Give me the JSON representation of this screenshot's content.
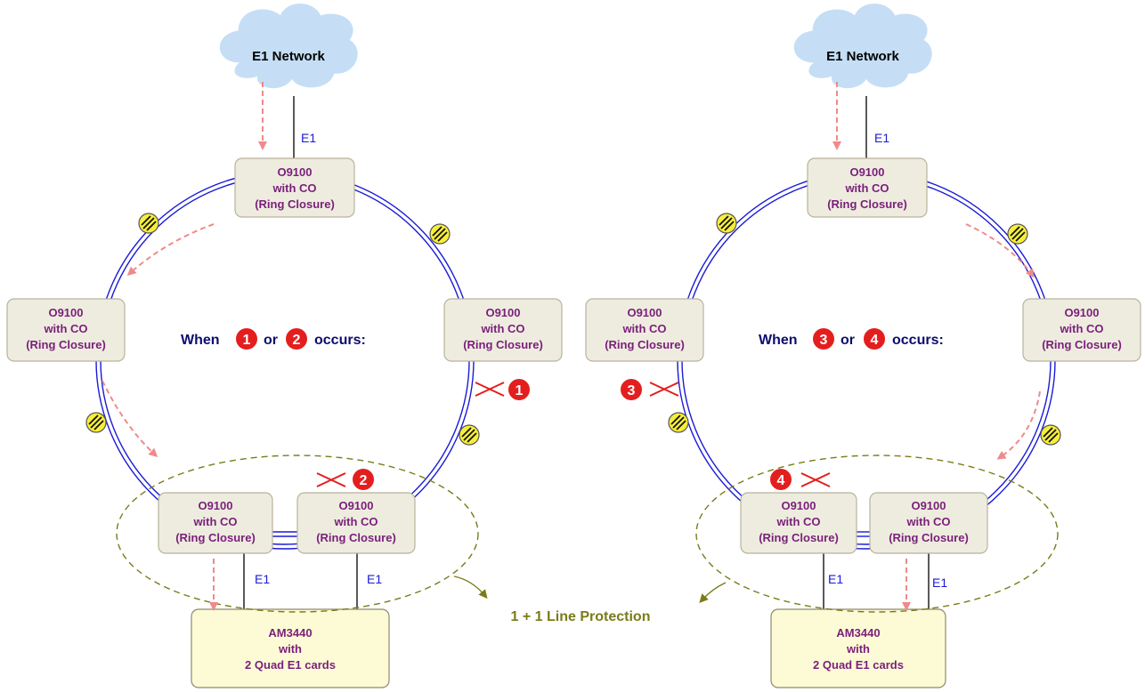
{
  "diagram": {
    "cloud_label": "E1 Network",
    "node_label": [
      "O9100",
      "with CO",
      "(Ring Closure)"
    ],
    "am_label": [
      "AM3440",
      "with",
      "2 Quad E1 cards"
    ],
    "e1_label": "E1",
    "protection_label": "1 + 1 Line Protection",
    "left": {
      "when_text": "When",
      "or_text": "or",
      "occurs_text": "occurs:",
      "badge_a": "1",
      "badge_b": "2"
    },
    "right": {
      "when_text": "When",
      "or_text": "or",
      "occurs_text": "occurs:",
      "badge_a": "3",
      "badge_b": "4"
    },
    "colors": {
      "node_fill": "#eeecdf",
      "node_stroke": "#b8b39a",
      "node_text": "#7a1f7a",
      "am_fill": "#fdfbd6",
      "am_stroke": "#8c8a6a",
      "ring": "#1a1ad6",
      "cloud": "#c5def5",
      "flow_arrow": "#f08a8a",
      "badge": "#e41e1e",
      "protection": "#7b7b1a",
      "when_text": "#0d0d6e",
      "e1_text": "#1a1ad6"
    }
  }
}
